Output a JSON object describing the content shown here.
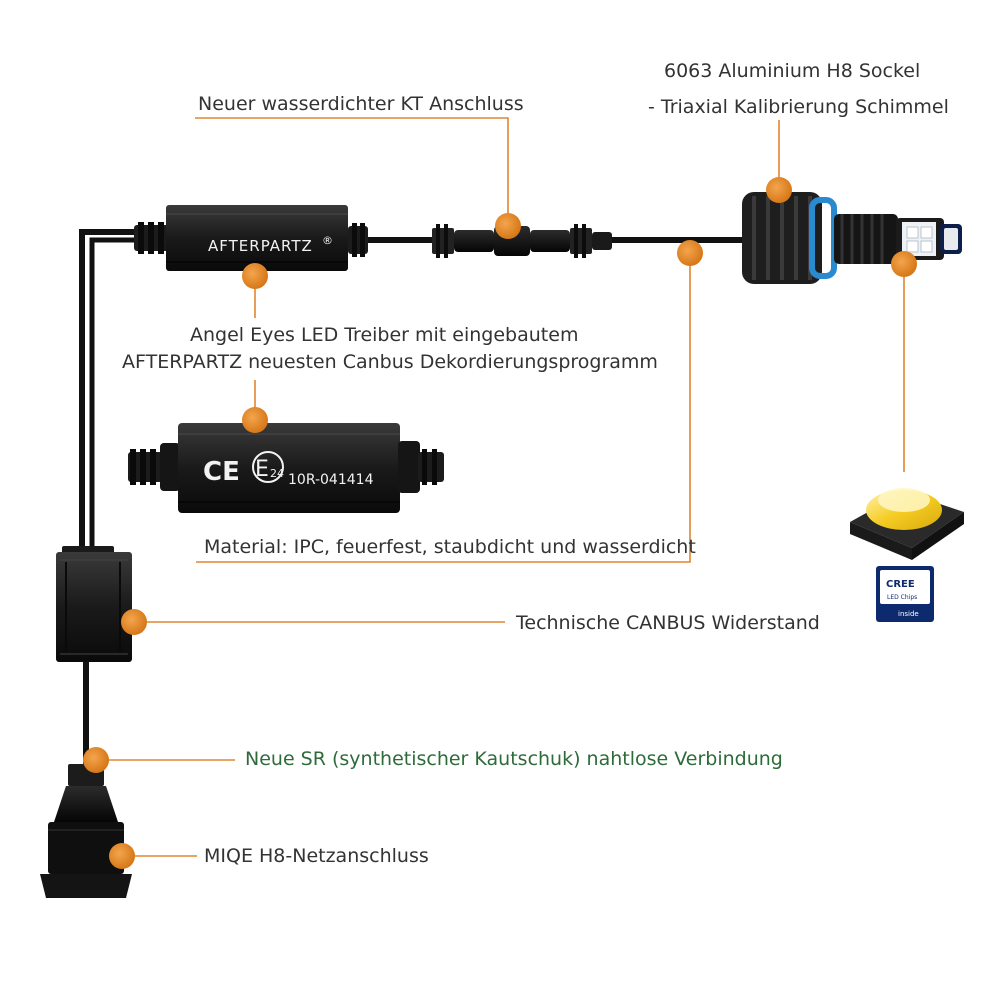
{
  "colors": {
    "accent": "#e0862e",
    "cable": "#111111",
    "label_text": "#333333",
    "green_label": "#2e6b3a",
    "ring_blue": "#2a8ad0",
    "chip_yellow": "#f2c418"
  },
  "labels": {
    "socket_line1": "6063 Aluminium H8 Sockel",
    "socket_line2": "- Triaxial Kalibrierung Schimmel",
    "connector": "Neuer wasserdichter KT Anschluss",
    "driver_line1": "Angel Eyes LED Treiber mit eingebautem",
    "driver_line2": "AFTERPARTZ neuesten Canbus Dekordierungsprogramm",
    "material": "Material: IPC, feuerfest, staubdicht und wasserdicht",
    "resistor": "Technische CANBUS Widerstand",
    "rubber": "Neue SR (synthetischer Kautschuk) nahtlose Verbindung",
    "power": "MIQE H8-Netzanschluss"
  },
  "product_text": {
    "brand": "AFTERPARTZ",
    "registered": "®",
    "ce": "CE",
    "e_mark": "E",
    "e_mark_number": "24",
    "approval": "10R-041414",
    "cree_line1": "CREE",
    "cree_line2": "LED Chips",
    "cree_line3": "inside"
  }
}
